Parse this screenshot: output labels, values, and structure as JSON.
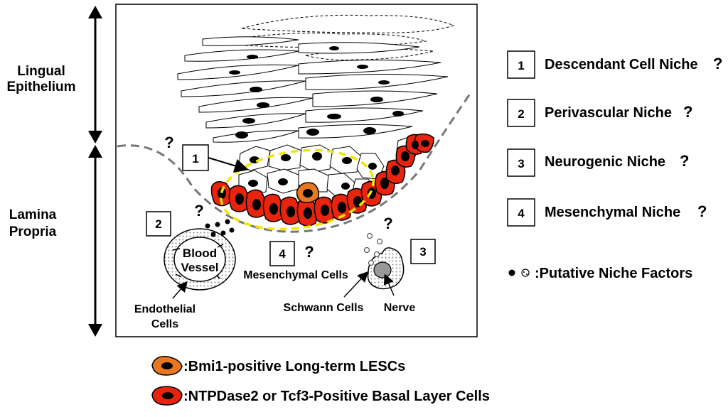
{
  "side_labels": {
    "epithelium_line1": "Lingual",
    "epithelium_line2": "Epithelium",
    "propria_line1": "Lamina",
    "propria_line2": "Propria"
  },
  "niche_labels": [
    {
      "num": "1",
      "text": "Descendant Cell Niche",
      "q": "?"
    },
    {
      "num": "2",
      "text": "Perivascular Niche",
      "q": "?"
    },
    {
      "num": "3",
      "text": "Neurogenic Niche",
      "q": "?"
    },
    {
      "num": "4",
      "text": "Mesenchymal Niche",
      "q": "?"
    }
  ],
  "factors_label": ":Putative Niche Factors",
  "in_figure": {
    "box_numbers": [
      "1",
      "2",
      "3",
      "4"
    ],
    "question_mark": "?",
    "blood_vessel_line1": "Blood",
    "blood_vessel_line2": "Vessel",
    "mesenchymal_cells": "Mesenchymal Cells",
    "endothelial_line1": "Endothelial",
    "endothelial_line2": "Cells",
    "schwann_cells": "Schwann Cells",
    "nerve": "Nerve"
  },
  "legend": [
    {
      "text": ":Bmi1-positive Long-term LESCs",
      "fill": "#e87722"
    },
    {
      "text": ":NTPDase2 or Tcf3-Positive Basal Layer Cells",
      "fill": "#e8230e"
    }
  ],
  "colors": {
    "basal_red": "#e8230e",
    "bmi1_orange": "#e87722",
    "niche_yellow": "#f2e600",
    "membrane_gray": "#777777"
  }
}
